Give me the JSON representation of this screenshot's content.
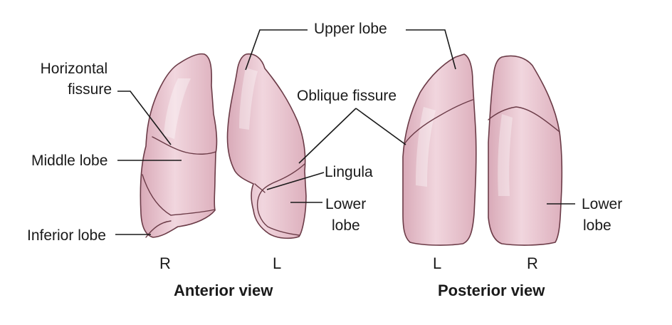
{
  "labels": {
    "upper_lobe": "Upper lobe",
    "horizontal_fissure": [
      "Horizontal",
      "fissure"
    ],
    "oblique_fissure": "Oblique fissure",
    "middle_lobe": "Middle lobe",
    "lingula": "Lingula",
    "lower_lobe_left": [
      "Lower",
      "lobe"
    ],
    "inferior_lobe": "Inferior lobe",
    "lower_lobe_right": [
      "Lower",
      "lobe"
    ]
  },
  "sides": {
    "anterior_right": "R",
    "anterior_left": "L",
    "posterior_left": "L",
    "posterior_right": "R"
  },
  "views": {
    "anterior": "Anterior view",
    "posterior": "Posterior view"
  },
  "colors": {
    "lung_fill": "#e9c7d0",
    "lung_dark": "#d6a9b6",
    "outline": "#6b3b47"
  }
}
